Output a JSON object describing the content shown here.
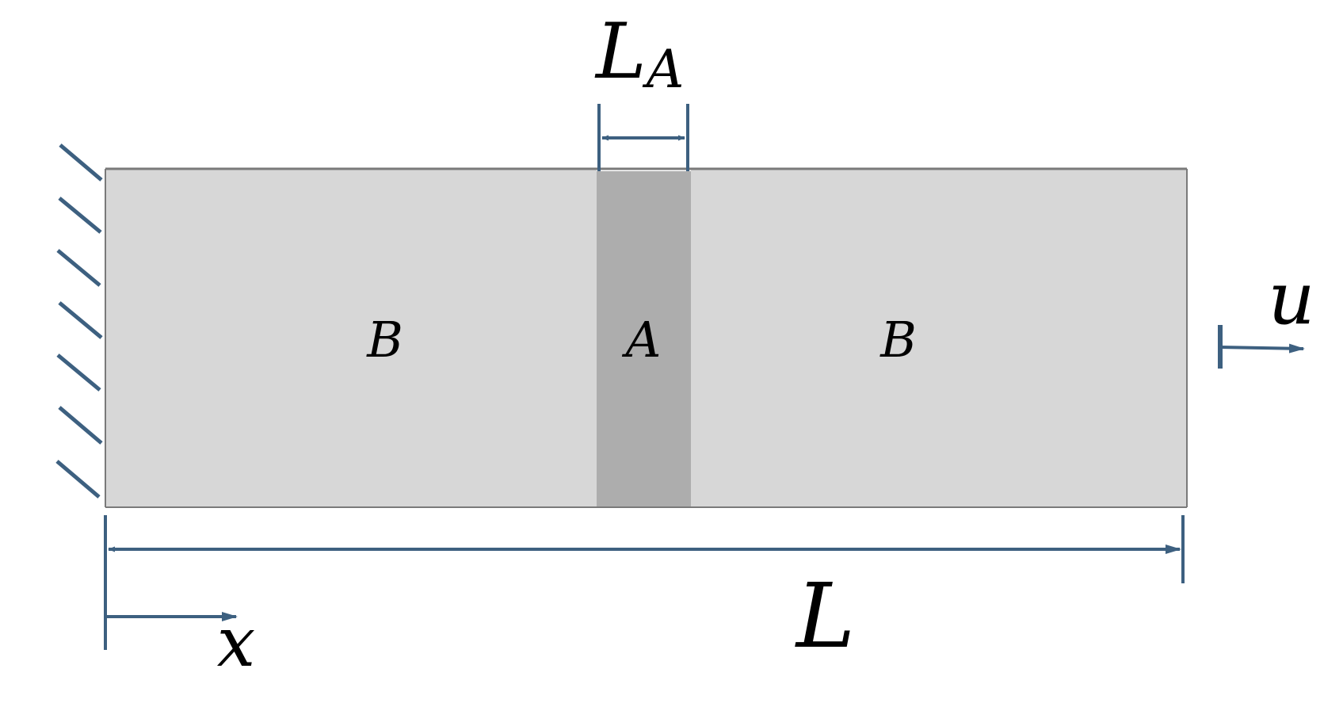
{
  "colors": {
    "annotation": "#3d6080",
    "region_b_fill": "#d7d7d7",
    "region_a_fill": "#adadad",
    "outline": "#7a7a7a",
    "label": "#000000"
  },
  "regions": {
    "left": {
      "label": "B"
    },
    "center": {
      "label": "A"
    },
    "right": {
      "label": "B"
    }
  },
  "dimensions": {
    "inner_width": {
      "label": "L",
      "subscript": "A"
    },
    "total_length": {
      "label": "L"
    }
  },
  "boundary": {
    "left_support": "fixed-wall-hatching",
    "right_load_label": "u"
  },
  "coordinate_axis": {
    "label": "x"
  }
}
